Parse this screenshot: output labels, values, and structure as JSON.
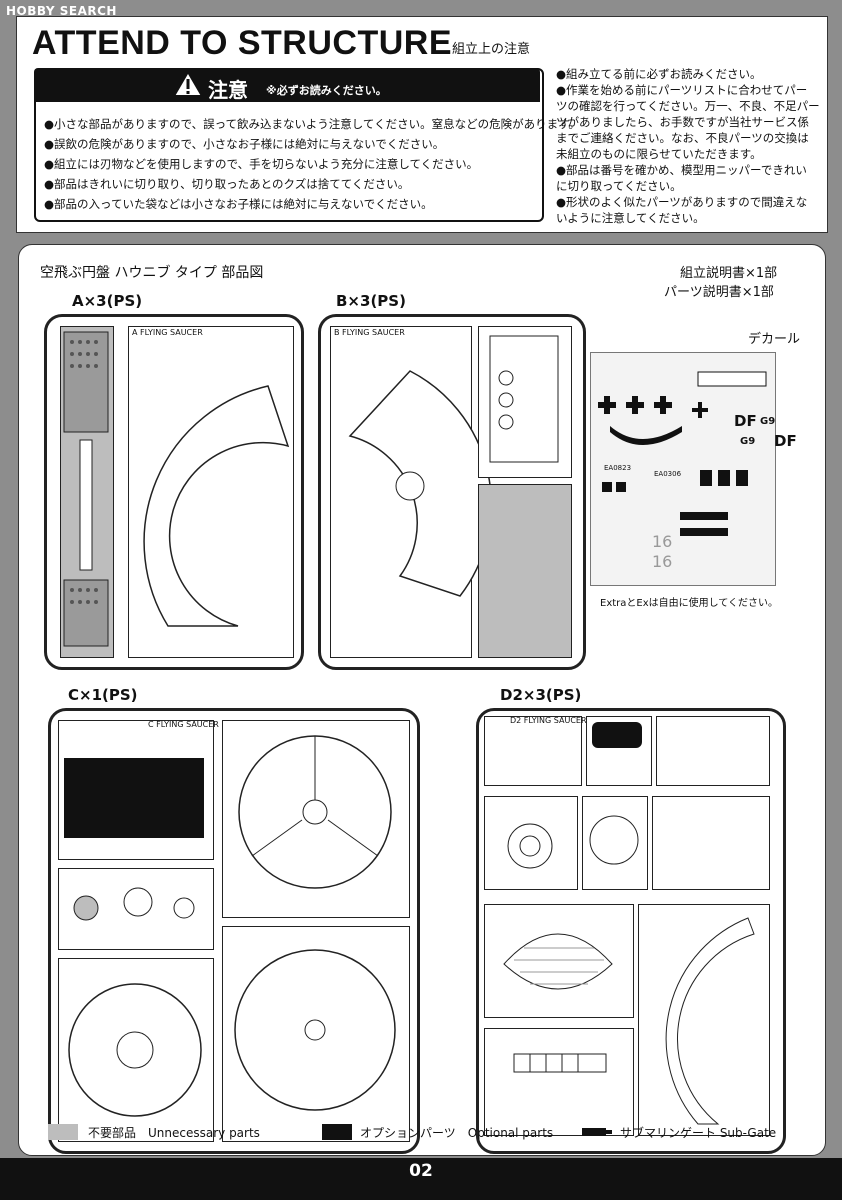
{
  "watermark": "HOBBY SEARCH",
  "header": {
    "title": "ATTEND TO STRUCTURE",
    "title_jp": "組立上の注意"
  },
  "caution": {
    "label": "注意",
    "sub": "※必ずお読みください。",
    "items": [
      "●小さな部品がありますので、誤って飲み込まないよう注意してください。窒息などの危険があります。",
      "●誤飲の危険がありますので、小さなお子様には絶対に与えないでください。",
      "●組立には刃物などを使用しますので、手を切らないよう充分に注意してください。",
      "●部品はきれいに切り取り、切り取ったあとのクズは捨ててください。",
      "●部品の入っていた袋などは小さなお子様には絶対に与えないでください。"
    ]
  },
  "notes": [
    "●組み立てる前に必ずお読みください。",
    "●作業を始める前にパーツリストに合わせてパー",
    "ツの確認を行ってください。万一、不良、不足パー",
    "ツがありましたら、お手数ですが当社サービス係",
    "までご連絡ください。なお、不良パーツの交換は",
    "未組立のものに限らせていただきます。",
    "●部品は番号を確かめ、模型用ニッパーできれい",
    "に切り取ってください。",
    "●形状のよく似たパーツがありますので間違えな",
    "いように注意してください。"
  ],
  "parts": {
    "title": "空飛ぶ円盤 ハウニブ タイプ 部品図",
    "manual": "組立説明書×1部",
    "parts_manual": "パーツ説明書×1部",
    "decal_label": "デカール",
    "decal_note": "ExtraとExは自由に使用してください。",
    "runners": {
      "a": "A×3(PS)",
      "b": "B×3(PS)",
      "c": "C×1(PS)",
      "d2": "D2×3(PS)"
    },
    "tags": {
      "a": "A",
      "b": "B",
      "c": "C",
      "d2": "D2",
      "flying_saucer": "FLYING SAUCER"
    },
    "decal": {
      "df": "DF",
      "g9": "G9",
      "code1": "EA0823",
      "code2": "EA0306",
      "sixteen": "16"
    }
  },
  "legend": {
    "unnecessary": "不要部品　Unnecessary parts",
    "optional": "オプションパーツ　Optional parts",
    "subgate": "サブマリンゲート Sub-Gate"
  },
  "page_number": "02"
}
